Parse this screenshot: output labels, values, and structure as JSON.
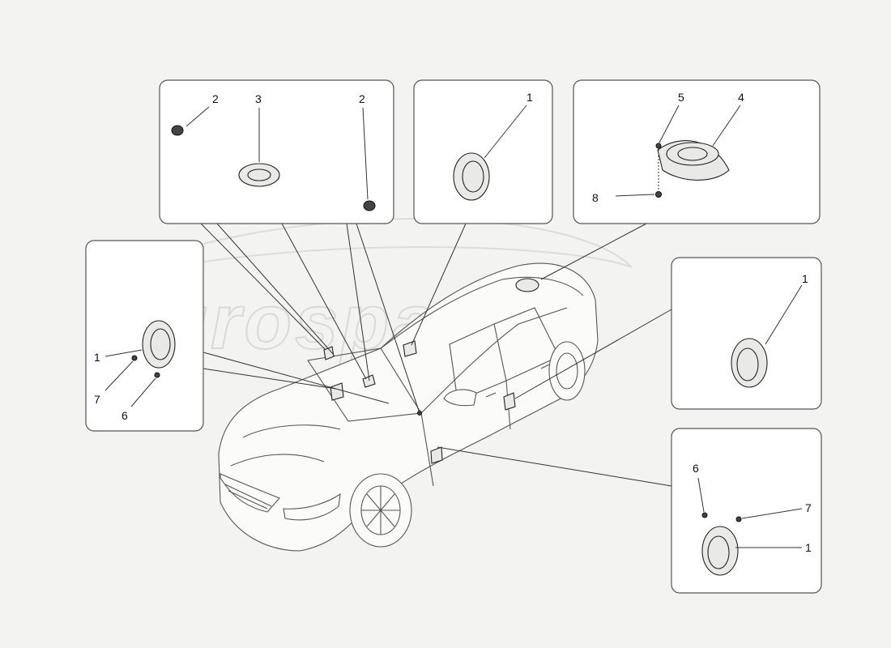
{
  "watermark": "eurospares",
  "callouts": {
    "tweeter_box": {
      "left_ring": "2",
      "speaker": "3",
      "right_ring": "2"
    },
    "door_front_box": {
      "speaker": "1"
    },
    "rear_shelf_box": {
      "screw": "5",
      "speaker": "4",
      "nut": "8"
    },
    "left_front_box": {
      "speaker": "1",
      "nut": "7",
      "screw": "6"
    },
    "right_rear_box": {
      "speaker": "1"
    },
    "right_front_box": {
      "screw": "6",
      "nut": "7",
      "speaker": "1"
    }
  }
}
